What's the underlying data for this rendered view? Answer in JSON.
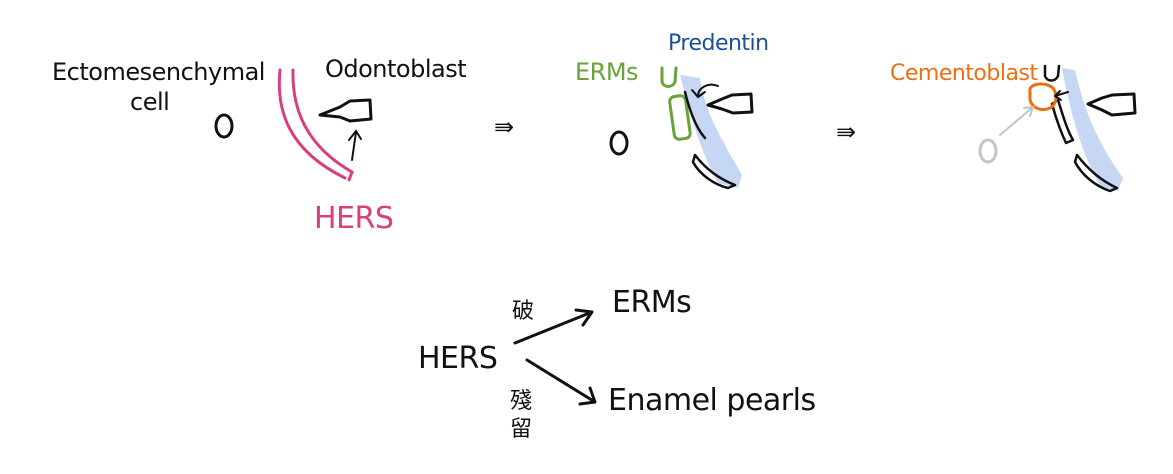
{
  "colors": {
    "ink": "#111111",
    "hers": "#d6407f",
    "erms": "#6aa33a",
    "predentin": "#1d4f9a",
    "predentin_fill": "#c6d7f3",
    "cementoblast": "#ee6f11",
    "ghost": "#c4c4c4"
  },
  "panel1": {
    "ectomesenchymal_line1": "Ectomesenchymal",
    "ectomesenchymal_line2": "cell",
    "odontoblast": "Odontoblast",
    "hers": "HERS"
  },
  "panel2": {
    "erms": "ERMs",
    "predentin": "Predentin"
  },
  "panel3": {
    "cementoblast": "Cementoblast"
  },
  "fate": {
    "source": "HERS",
    "upper_char": "破",
    "upper_target": "ERMs",
    "lower_char_1": "殘",
    "lower_char_2": "留",
    "lower_target": "Enamel pearls"
  },
  "implies_symbol": "⇛"
}
